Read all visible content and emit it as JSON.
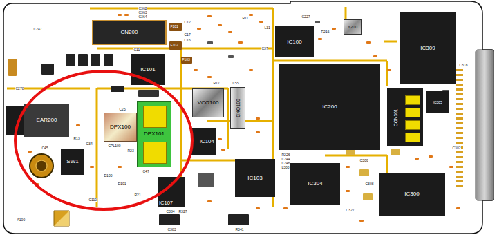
{
  "diagram": {
    "nodes": [
      {
        "text": [
          "CN200"
        ]
      },
      {
        "text": [
          "IC100"
        ]
      },
      {
        "text": [
          "Y200"
        ]
      },
      {
        "text": [
          "IC309"
        ]
      },
      {
        "text": [
          "IC101"
        ]
      },
      {
        "text": [
          "IC200"
        ]
      },
      {
        "text": [
          "VCO100"
        ]
      },
      {
        "text": [
          "CXO100"
        ]
      },
      {
        "text": [
          "CON301"
        ]
      },
      {
        "text": [
          "IC305"
        ]
      },
      {
        "text": [
          "EAR200"
        ]
      },
      {
        "text": [
          "DPX100"
        ]
      },
      {
        "text": [
          "DPX101"
        ]
      },
      {
        "text": [
          "IC104"
        ]
      },
      {
        "text": [
          "SW1"
        ]
      },
      {
        "text": [
          "IC103"
        ]
      },
      {
        "text": [
          "IC304"
        ]
      },
      {
        "text": [
          "IC300"
        ]
      },
      {
        "text": [
          "IC107"
        ]
      }
    ],
    "labels": [
      "C362",
      "C363",
      "C364",
      "C247",
      "C11",
      "C12",
      "C17",
      "C16",
      "F101",
      "F102",
      "F103",
      "R11",
      "L31",
      "C37",
      "C227",
      "R216",
      "C318",
      "C278",
      "R17",
      "C55",
      "C25",
      "R13",
      "C34",
      "C45",
      "CPL100",
      "R23",
      "C47",
      "D100",
      "D101",
      "R21",
      "C110",
      "A100",
      "C384",
      "R327",
      "C383",
      "R341",
      "R226",
      "C244",
      "C246",
      "L300",
      "C306",
      "C308",
      "C327",
      "C302"
    ]
  }
}
